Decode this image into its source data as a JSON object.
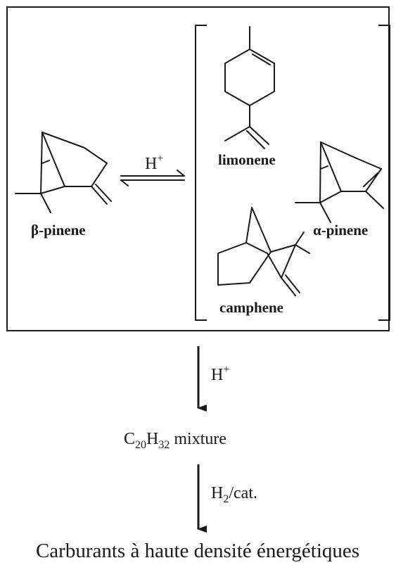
{
  "molecules": {
    "beta_pinene": {
      "prefix": "β",
      "dash": "-",
      "name": "pinene"
    },
    "limonene": {
      "name": "limonene"
    },
    "alpha_pinene": {
      "prefix": "α",
      "dash": "-",
      "name": "pinene"
    },
    "camphene": {
      "name": "camphene"
    }
  },
  "equilibrium": {
    "reagent": "H",
    "charge": "+"
  },
  "step1": {
    "reagent": "H",
    "charge": "+"
  },
  "intermediate": {
    "c": "C",
    "c_count": "20",
    "h": "H",
    "h_count": "32",
    "word": " mixture"
  },
  "step2": {
    "reagent": "H",
    "sub": "2",
    "rest": "/cat."
  },
  "product": {
    "label": "Carburants à haute densité énergétiques"
  }
}
